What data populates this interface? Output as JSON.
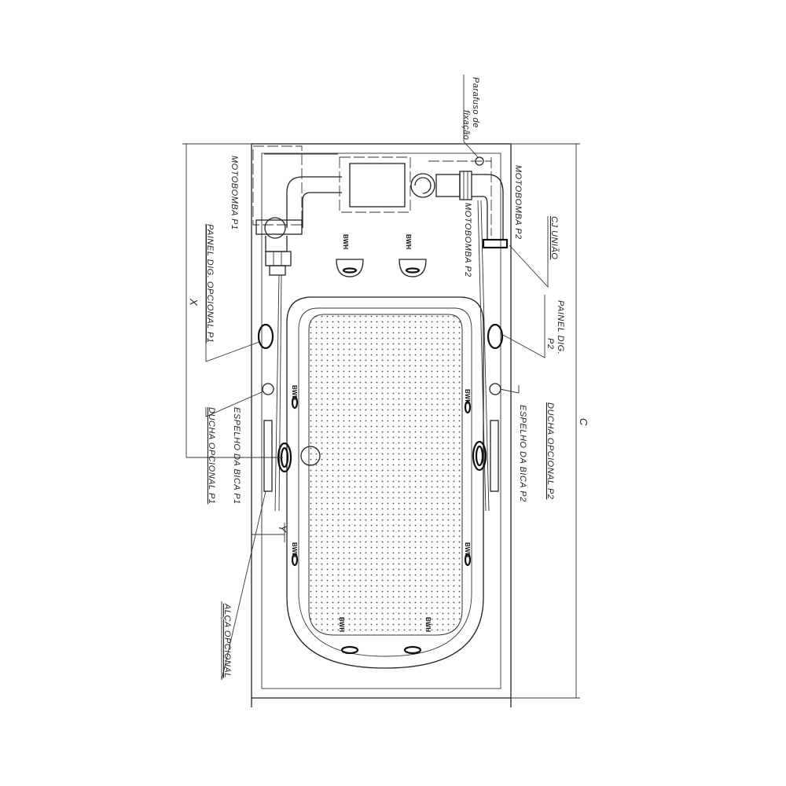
{
  "drawing": {
    "labels": {
      "parafuso_line1": "Parafuso de",
      "parafuso_line2": "fixação",
      "motobomba_p1": "MOTOBOMBA P1",
      "motobomba_p2_outer": "MOTOBOMBA P2",
      "motobomba_p2_inner": "MOTOBOMBA P2",
      "cj_uniao": "CJ UNIÃO",
      "painel_dig_p2_line1": "PAINEL DIG.",
      "painel_dig_p2_line2": "P2",
      "painel_dig_opcional_p1": "PAINEL DIG. OPCIONAL P1",
      "espelho_bica_p1": "ESPELHO DA BICA P1",
      "ducha_opcional_p1": "DUCHA OPCIONAL P1",
      "espelho_bica_p2": "ESPELHO DA BICA P2",
      "ducha_opcional_p2": "DUCHA OPCIONAL P2",
      "alca_opcional": "ALÇA OPCIONAL"
    },
    "dimensions": {
      "x": "X",
      "c": "C",
      "y": "Y"
    },
    "jet_label": "BWH",
    "jet_labels": [
      "BWH",
      "BWH",
      "BWH",
      "BWH",
      "BWH",
      "BWH",
      "BWH",
      "BWH"
    ]
  }
}
